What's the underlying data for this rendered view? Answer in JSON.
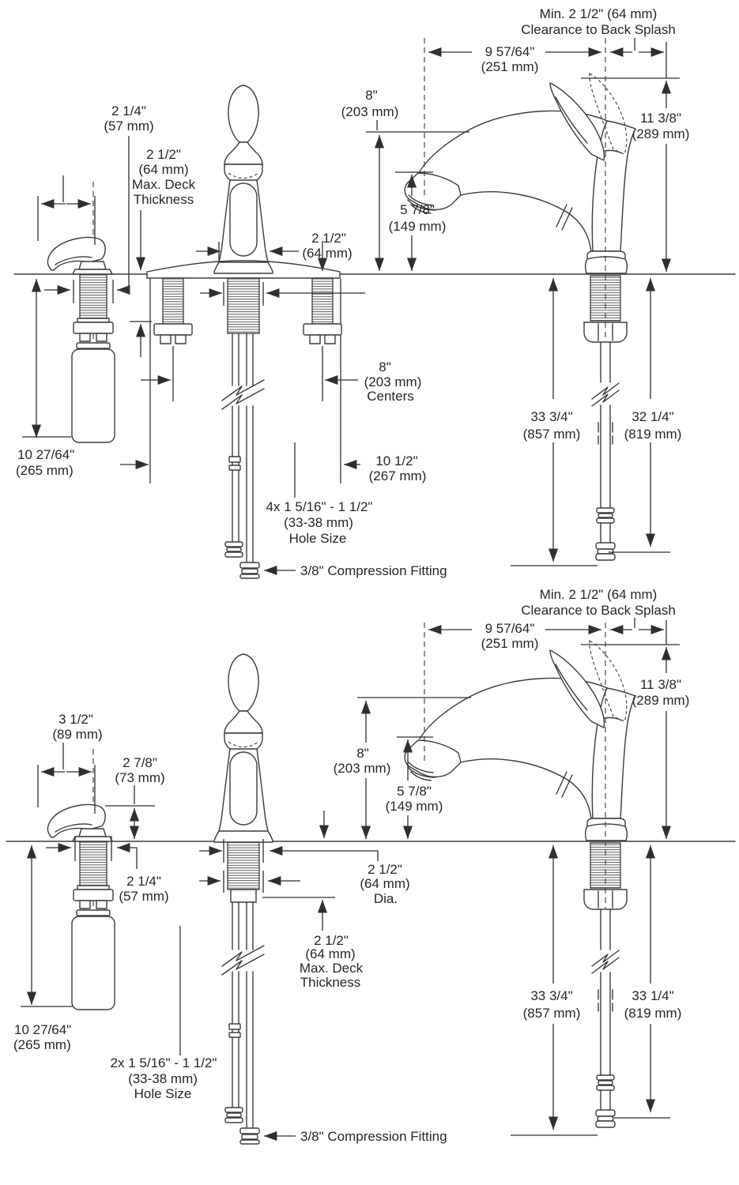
{
  "page": {
    "background": "#ffffff",
    "ink": "#3b3b3b",
    "text_color": "#262626"
  },
  "top": {
    "clearance": [
      "Min. 2 1/2\" (64 mm)",
      "Clearance to Back Splash"
    ],
    "reach": [
      "9 57/64\"",
      "(251 mm)"
    ],
    "height": [
      "11 3/8\"",
      "(289 mm)"
    ],
    "spout_height": [
      "8\"",
      "(203 mm)"
    ],
    "aerator_height": [
      "5 7/8\"",
      "(149 mm)"
    ],
    "dispenser_shank_dia": [
      "2 1/4\"",
      "(57 mm)"
    ],
    "deck_thickness": [
      "2 1/2\"",
      "(64 mm)",
      "Max. Deck",
      "Thickness"
    ],
    "body_width": [
      "2 1/2\"",
      "(64 mm)"
    ],
    "centers": [
      "8\"",
      "(203 mm)",
      "Centers"
    ],
    "escutcheon": [
      "10 1/2\"",
      "(267 mm)"
    ],
    "dispenser_depth": [
      "10 27/64\"",
      "(265 mm)"
    ],
    "hole_size": [
      "4x 1 5/16\" - 1 1/2\"",
      "(33-38 mm)",
      "Hole Size"
    ],
    "compression": "3/8\" Compression Fitting",
    "supply_left": [
      "33 3/4\"",
      "(857 mm)"
    ],
    "supply_right": [
      "32 1/4\"",
      "(819 mm)"
    ]
  },
  "bottom": {
    "clearance": [
      "Min. 2 1/2\" (64 mm)",
      "Clearance to Back Splash"
    ],
    "reach": [
      "9 57/64\"",
      "(251 mm)"
    ],
    "height": [
      "11 3/8\"",
      "(289 mm)"
    ],
    "dispenser_reach": [
      "3 1/2\"",
      "(89 mm)"
    ],
    "dispenser_height": [
      "2 7/8\"",
      "(73 mm)"
    ],
    "spout_height": [
      "8\"",
      "(203 mm)"
    ],
    "aerator_height": [
      "5 7/8\"",
      "(149 mm)"
    ],
    "dispenser_shank_dia": [
      "2 1/4\"",
      "(57 mm)"
    ],
    "body_dia": [
      "2 1/2\"",
      "(64 mm)",
      "Dia."
    ],
    "deck_thickness": [
      "2 1/2\"",
      "(64 mm)",
      "Max. Deck",
      "Thickness"
    ],
    "dispenser_depth": [
      "10 27/64\"",
      "(265 mm)"
    ],
    "hole_size": [
      "2x 1 5/16\" - 1 1/2\"",
      "(33-38 mm)",
      "Hole Size"
    ],
    "compression": "3/8\" Compression Fitting",
    "supply_left": [
      "33 3/4\"",
      "(857 mm)"
    ],
    "supply_right": [
      "33 1/4\"",
      "(819 mm)"
    ]
  }
}
